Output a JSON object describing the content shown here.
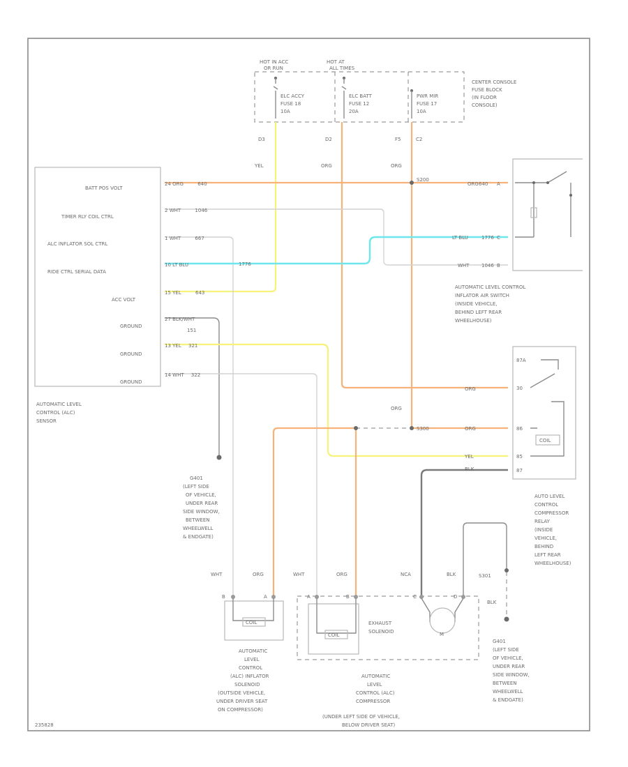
{
  "fuse_block": {
    "hot_in_acc": "HOT IN ACC",
    "hot_in_acc_2": "OR RUN",
    "hot_at": "HOT AT",
    "hot_at_2": "ALL TIMES",
    "label": [
      "CENTER CONSOLE",
      "FUSE BLOCK",
      "(IN FLOOR",
      "CONSOLE)"
    ],
    "fuses": [
      {
        "line1": "ELC ACCY",
        "line2": "FUSE 18",
        "line3": "10A"
      },
      {
        "line1": "ELC BATT",
        "line2": "FUSE 12",
        "line3": "20A"
      },
      {
        "line1": "PWR MIR",
        "line2": "FUSE 17",
        "line3": "10A"
      }
    ],
    "terminals": [
      "D3",
      "D2",
      "F5",
      "C2"
    ]
  },
  "sensor": {
    "pins": [
      "BATT POS VOLT",
      "TIMER RLY COIL CTRL",
      "ALC INFLATOR SOL CTRL",
      "RIDE CTRL SERIAL DATA",
      "ACC VOLT",
      "GROUND",
      "GROUND",
      "GROUND"
    ],
    "wires": [
      {
        "pin": "24",
        "color": "ORG",
        "circuit": "640"
      },
      {
        "pin": "2",
        "color": "WHT",
        "circuit": "1046"
      },
      {
        "pin": "1",
        "color": "WHT",
        "circuit": "667"
      },
      {
        "pin": "10",
        "color": "LT BLU",
        "circuit": "1776"
      },
      {
        "pin": "15",
        "color": "YEL",
        "circuit": "643"
      },
      {
        "pin": "27",
        "color": "BLK/WHT",
        "circuit": "151"
      },
      {
        "pin": "13",
        "color": "YEL",
        "circuit": "321"
      },
      {
        "pin": "14",
        "color": "WHT",
        "circuit": "322"
      }
    ],
    "label": [
      "AUTOMATIC LEVEL",
      "CONTROL (ALC)",
      "SENSOR"
    ]
  },
  "wire_colors": {
    "yel": "YEL",
    "org": "ORG",
    "org2": "ORG",
    "ltblu_label": "1776",
    "ltblu": "LT BLU",
    "wht": "WHT",
    "org_c": "ORG",
    "org_d": "ORG",
    "yel_b": "YEL",
    "blk_b": "BLK",
    "org_mid": "ORG"
  },
  "splices": {
    "s1": "S200",
    "s2": "S300"
  },
  "air_switch": {
    "pins": [
      "A",
      "B",
      "C"
    ],
    "circuits": [
      "640",
      "1046",
      "1776"
    ],
    "label": [
      "AUTOMATIC LEVEL CONTROL",
      "INFLATOR AIR SWITCH",
      "(INSIDE VEHICLE,",
      "BEHIND LEFT REAR",
      "WHEELHOUSE)"
    ]
  },
  "relay": {
    "terms": [
      "87A",
      "30",
      "86",
      "85",
      "87"
    ],
    "coil": "COIL",
    "label": [
      "AUTO LEVEL",
      "CONTROL",
      "COMPRESSOR",
      "RELAY",
      "(INSIDE",
      "VEHICLE,",
      "BEHIND",
      "LEFT REAR",
      "WHEELHOUSE)"
    ]
  },
  "grounds": {
    "g1": [
      "G401",
      "(LEFT SIDE",
      "OF VEHICLE,",
      "UNDER REAR",
      "SIDE WINDOW,",
      "BETWEEN",
      "WHEELWELL",
      "& ENDGATE)"
    ],
    "g2": [
      "G401",
      "(LEFT SIDE",
      "OF VEHICLE,",
      "UNDER REAR",
      "SIDE WINDOW,",
      "BETWEEN",
      "WHEELWELL",
      "& ENDGATE)"
    ],
    "s_label": "S301",
    "blk": "BLK"
  },
  "bottom_wires": {
    "w1": "WHT",
    "w2": "ORG",
    "w3": "WHT",
    "w4": "ORG",
    "w5": "NCA",
    "w6": "BLK"
  },
  "inflator_sol": {
    "pins": [
      "B",
      "A"
    ],
    "coil": "COIL",
    "label": [
      "AUTOMATIC",
      "LEVEL",
      "CONTROL",
      "(ALC) INFLATOR",
      "SOLENOID",
      "(OUTSIDE VEHICLE,",
      "UNDER DRIVER SEAT",
      "ON COMPRESSOR)"
    ]
  },
  "compressor": {
    "pins": [
      "A",
      "B",
      "C",
      "D"
    ],
    "coil": "COIL",
    "exhaust": [
      "EXHAUST",
      "SOLENOID"
    ],
    "motor": "M",
    "label": [
      "AUTOMATIC",
      "LEVEL",
      "CONTROL (ALC)",
      "COMPRESSOR",
      "(UNDER LEFT SIDE OF VEHICLE,",
      "BELOW DRIVER SEAT)"
    ]
  },
  "ref_code": "235828"
}
